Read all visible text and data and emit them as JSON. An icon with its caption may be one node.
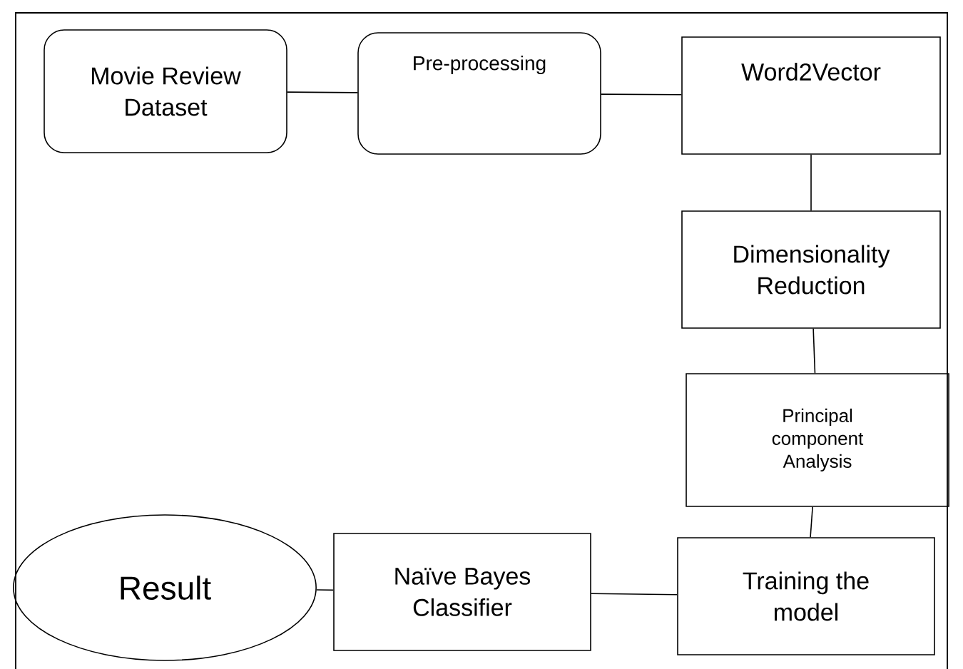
{
  "diagram": {
    "nodes": [
      {
        "text": [
          "Movie Review Dataset"
        ]
      },
      {
        "text": [
          "Pre-processing"
        ]
      },
      {
        "text": [
          "Word2Vector"
        ]
      },
      {
        "text": [
          "Dimensionality Reduction"
        ]
      },
      {
        "text": [
          "Principal component Analysis"
        ]
      },
      {
        "text": [
          "Training the model"
        ]
      },
      {
        "text": [
          "Naïve Bayes Classifier"
        ]
      },
      {
        "text": [
          "Result"
        ]
      }
    ],
    "edges": [
      {
        "from": 0,
        "to": 1,
        "arrow": "none"
      },
      {
        "from": 1,
        "to": 2,
        "arrow": "none"
      },
      {
        "from": 2,
        "to": 3,
        "arrow": "none"
      },
      {
        "from": 3,
        "to": 4,
        "arrow": "none"
      },
      {
        "from": 4,
        "to": 5,
        "arrow": "none"
      },
      {
        "from": 5,
        "to": 6,
        "arrow": "none"
      },
      {
        "from": 6,
        "to": 7,
        "arrow": "none"
      }
    ]
  }
}
